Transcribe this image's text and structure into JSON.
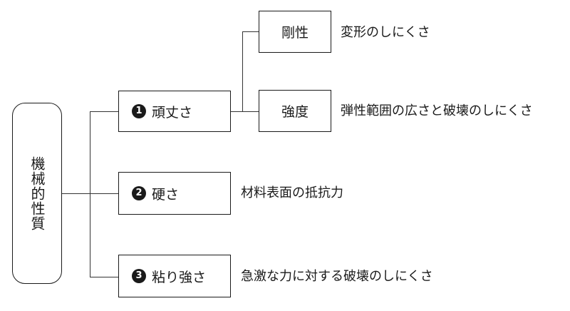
{
  "root": {
    "label": "機械的性質"
  },
  "branches": [
    {
      "number": "1",
      "label": "頑丈さ",
      "children": [
        {
          "label": "剛性",
          "description": "変形のしにくさ"
        },
        {
          "label": "強度",
          "description": "弾性範囲の広さと破壊のしにくさ"
        }
      ]
    },
    {
      "number": "2",
      "label": "硬さ",
      "description": "材料表面の抵抗力"
    },
    {
      "number": "3",
      "label": "粘り強さ",
      "description": "急激な力に対する破壊のしにくさ"
    }
  ]
}
